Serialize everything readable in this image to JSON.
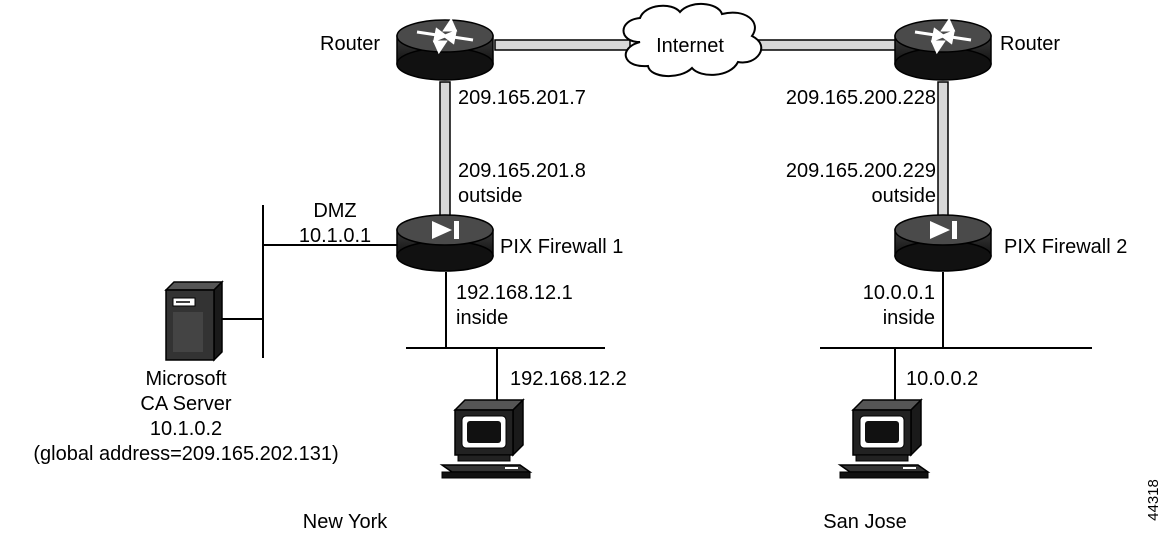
{
  "internet": {
    "label": "Internet"
  },
  "ny_router": {
    "label": "Router",
    "ip": "209.165.201.7"
  },
  "sj_router": {
    "label": "Router",
    "ip": "209.165.200.228"
  },
  "fw1": {
    "label": "PIX Firewall 1",
    "outside_ip": "209.165.201.8",
    "outside_label": "outside",
    "inside_ip": "192.168.12.1",
    "inside_label": "inside"
  },
  "fw2": {
    "label": "PIX Firewall 2",
    "outside_ip": "209.165.200.229",
    "outside_label": "outside",
    "inside_ip": "10.0.0.1",
    "inside_label": "inside"
  },
  "dmz": {
    "label": "DMZ",
    "ip": "10.1.0.1"
  },
  "ca_server": {
    "line1": "Microsoft",
    "line2": "CA Server",
    "ip": "10.1.0.2",
    "global": "(global address=209.165.202.131)"
  },
  "ny_host": {
    "ip": "192.168.12.2"
  },
  "sj_host": {
    "ip": "10.0.0.2"
  },
  "sites": {
    "left": "New York",
    "right": "San Jose"
  },
  "figure_id": "44318",
  "icons": [
    "router-icon",
    "cloud-icon",
    "firewall-icon",
    "server-icon",
    "workstation-icon"
  ]
}
